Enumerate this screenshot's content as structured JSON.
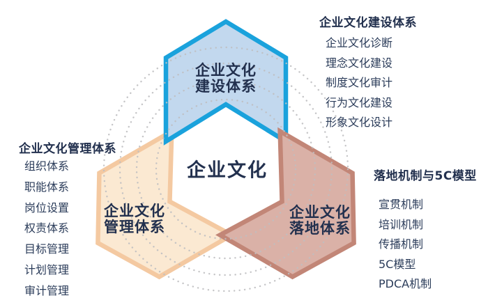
{
  "diagram": {
    "center_title": "企业文化",
    "dot_color": "#bfbfc1",
    "chevrons": {
      "top": {
        "line1": "企业文化",
        "line2": "建设体系",
        "fill": "#c2d8ee",
        "stroke": "#1aa2dc"
      },
      "left": {
        "line1": "企业文化",
        "line2": "管理体系",
        "fill": "#fbe9d2",
        "stroke": "#f4c9a1"
      },
      "right": {
        "line1": "企业文化",
        "line2": "落地体系",
        "fill": "#dab1a7",
        "stroke": "#c28677"
      }
    }
  },
  "lists": {
    "construction": {
      "title": "企业文化建设体系",
      "items": [
        "企业文化诊断",
        "理念文化建设",
        "制度文化审计",
        "行为文化建设",
        "形象文化设计"
      ]
    },
    "management": {
      "title": "企业文化管理体系",
      "items": [
        "组织体系",
        "职能体系",
        "岗位设置",
        "权责体系",
        "目标管理",
        "计划管理",
        "审计管理"
      ]
    },
    "landing": {
      "title": "落地机制与5C模型",
      "items": [
        "宣贯机制",
        "培训机制",
        "传播机制",
        "5C模型",
        "PDCA机制"
      ]
    }
  },
  "colors": {
    "text_navy": "#22304e",
    "blue_stroke": "#1aa2dc",
    "blue_fill": "#c2d8ee",
    "cream_stroke": "#f4c9a1",
    "cream_fill": "#fbe9d2",
    "rose_stroke": "#c28677",
    "rose_fill": "#dab1a7",
    "dot_gray": "#bfbfc1"
  }
}
